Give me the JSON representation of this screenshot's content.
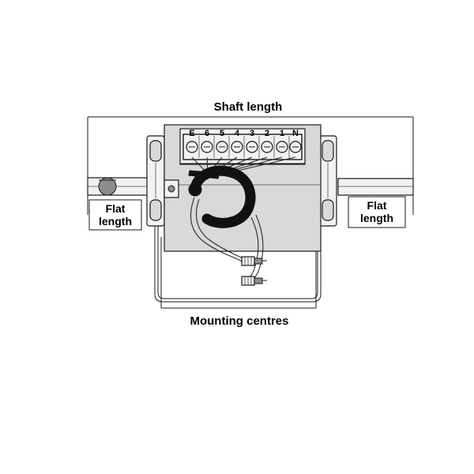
{
  "diagram": {
    "title_label": "Shaft length",
    "bottom_label": "Mounting centres",
    "left_flat_label_line1": "Flat",
    "left_flat_label_line2": "length",
    "right_flat_label_line1": "Flat",
    "right_flat_label_line2": "length",
    "terminal_labels": [
      "E",
      "6",
      "5",
      "4",
      "3",
      "2",
      "1",
      "N"
    ],
    "colors": {
      "outline": "#1a1a1a",
      "body_fill": "#d9d9d9",
      "panel_fill": "#f2f2f2",
      "cable_black": "#111111",
      "shaft_grey": "#8c8c8c",
      "background": "#ffffff"
    }
  }
}
